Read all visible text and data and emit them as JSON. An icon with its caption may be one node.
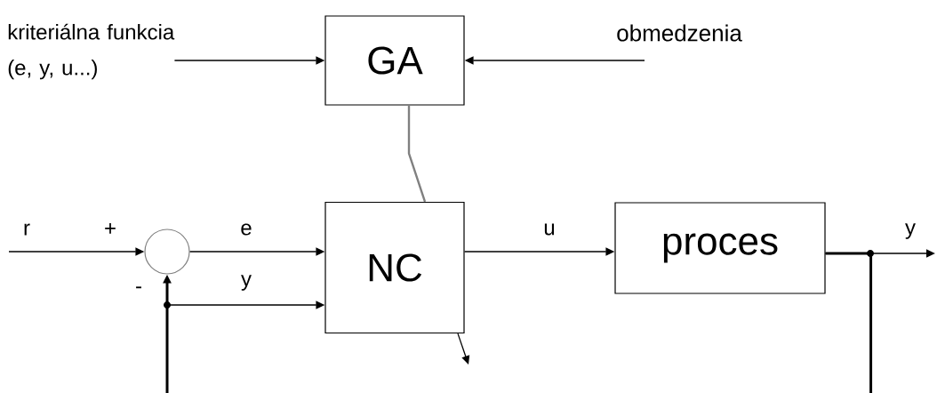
{
  "diagram": {
    "nodes": [
      {
        "text": [
          "kriteriálna funkcia (e, y, u...)"
        ]
      },
      {
        "text": [
          "GA"
        ]
      },
      {
        "text": [
          "obmedzenia"
        ]
      },
      {
        "text": [],
        "shape": "circle"
      },
      {
        "text": [
          "NC"
        ]
      },
      {
        "text": [
          "proces"
        ]
      }
    ],
    "edges": [
      {
        "from": 0,
        "to": 1,
        "arrow": "to"
      },
      {
        "from": 2,
        "to": 1,
        "arrow": "to"
      },
      {
        "from": 1,
        "to": 4,
        "arrow": "none",
        "color": "#808080"
      },
      {
        "from": null,
        "to": 3,
        "arrow": "to",
        "label": "r"
      },
      {
        "from": 3,
        "to": 4,
        "arrow": "to",
        "label": "e"
      },
      {
        "from": 4,
        "to": 5,
        "arrow": "to",
        "label": "u"
      },
      {
        "from": 5,
        "to": null,
        "arrow": "to",
        "label": "y"
      },
      {
        "from": 5,
        "to": 3,
        "arrow": "to",
        "style": "thick"
      },
      {
        "from": 5,
        "to": 4,
        "arrow": "to",
        "label": "y"
      },
      {
        "from": 4,
        "to": null,
        "arrow": "to"
      }
    ],
    "labels": [
      "+",
      "-"
    ]
  }
}
